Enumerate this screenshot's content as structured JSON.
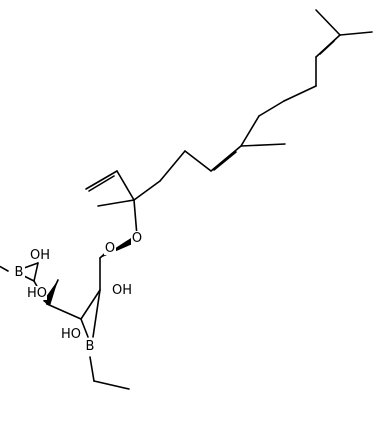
{
  "atom_labels": {
    "oh_top": "OH",
    "b_left": "B",
    "oh_left_bottom": "HO",
    "o_ring": "O",
    "o_ether": "O",
    "oh_right": "OH",
    "oh_bottom_left": "HO",
    "b_bottom": "B"
  }
}
